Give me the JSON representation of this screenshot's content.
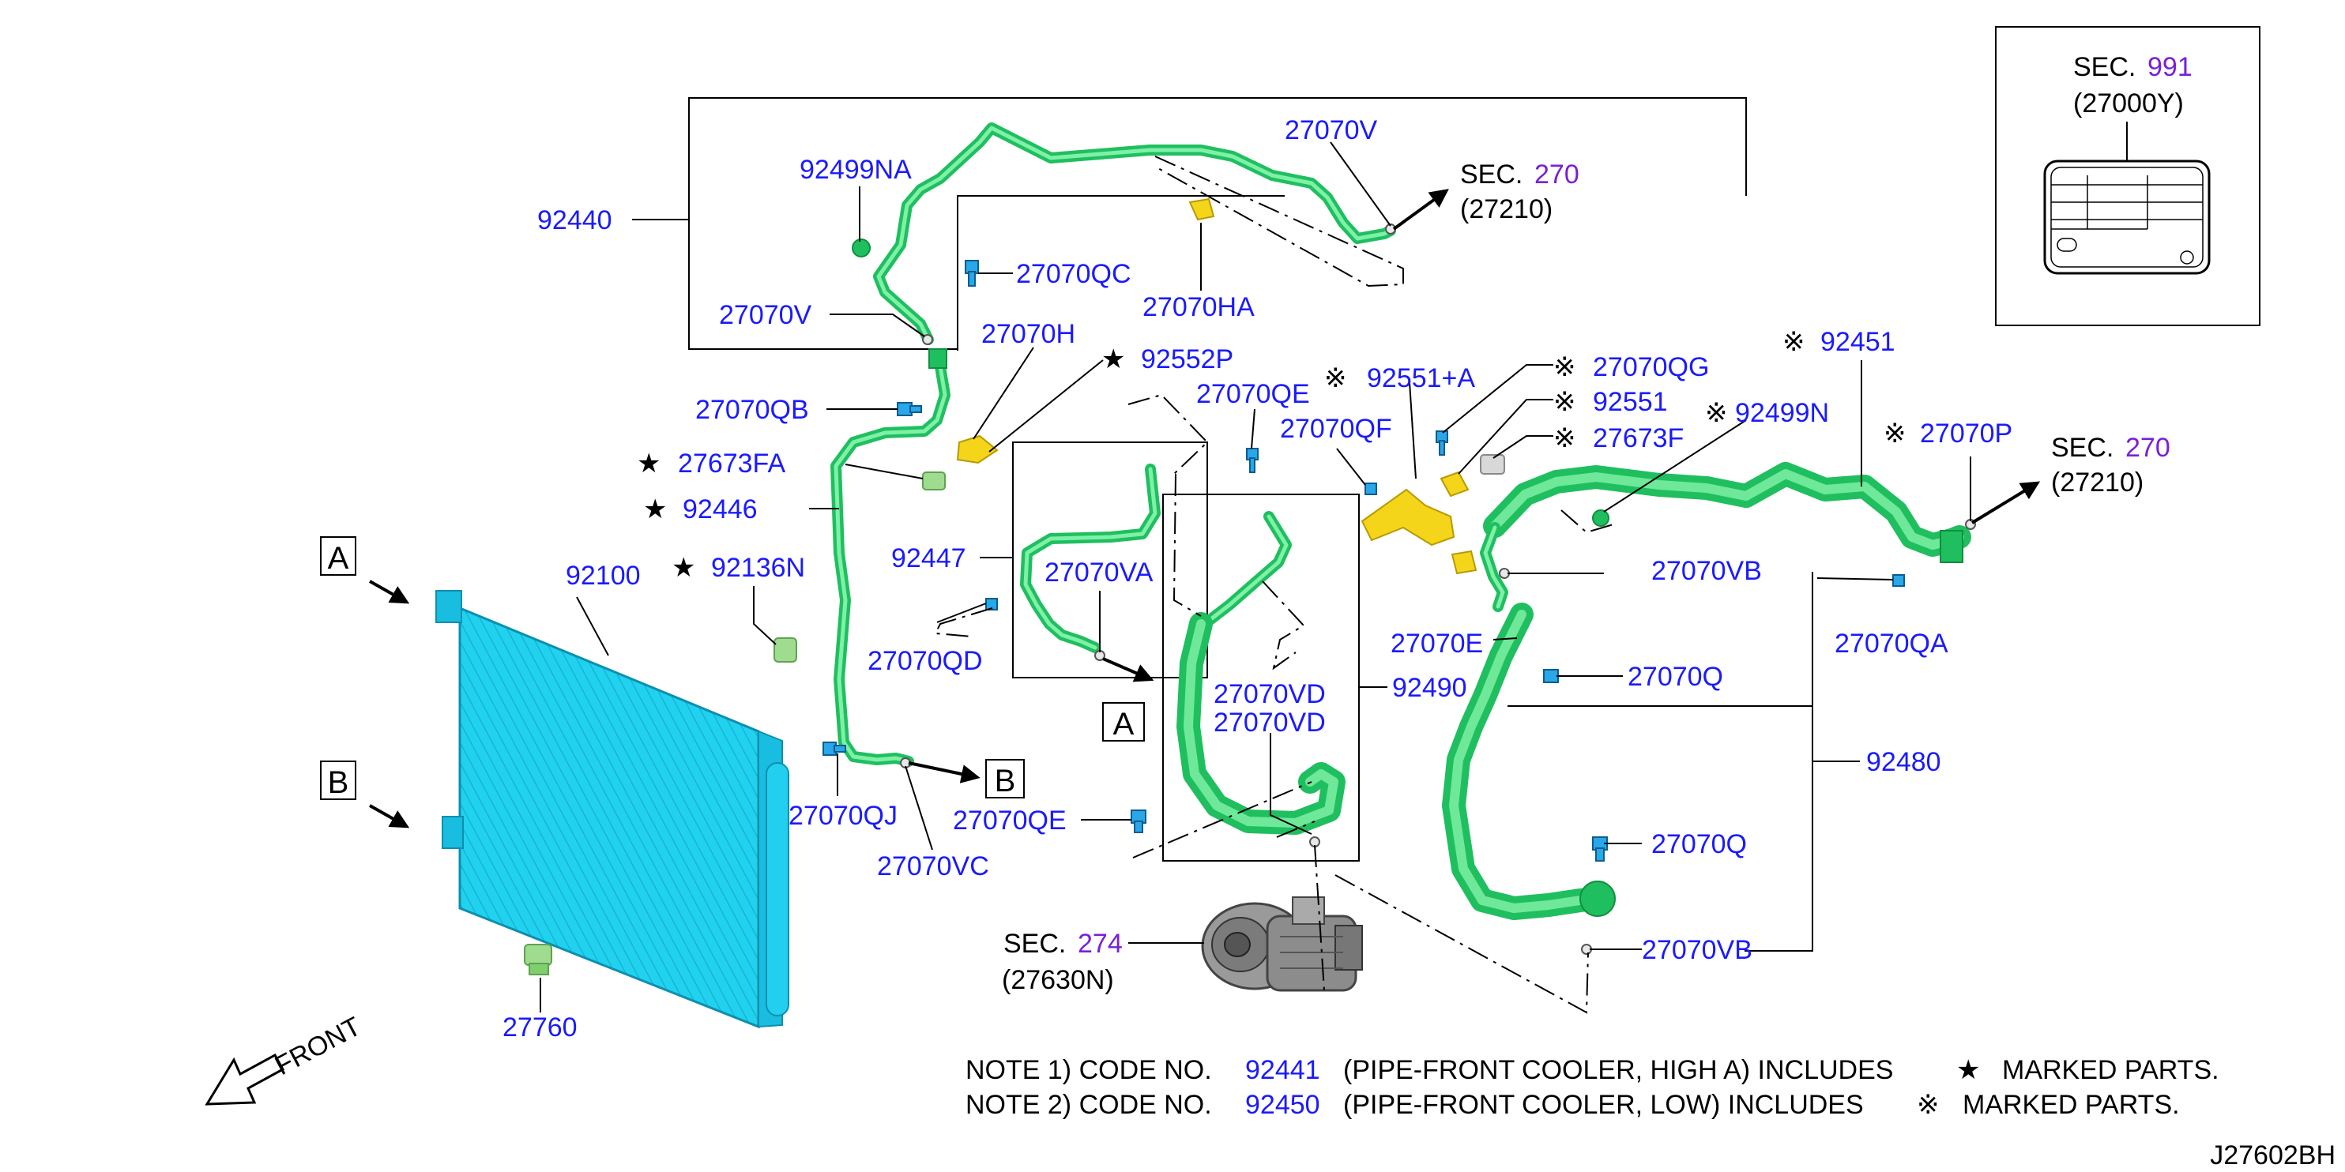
{
  "colors": {
    "part_number": "#1a1aff",
    "section_number": "#7a1fd6",
    "pipe_green": "#1fbf5f",
    "condenser_cyan": "#1fd3f0",
    "bracket_yellow": "#f5d51a",
    "bolt_blue": "#2aa7e8"
  },
  "icons": {
    "star": "★",
    "kome": "※",
    "front_arrow": "front-arrow-icon"
  },
  "labels": {
    "p92440": "92440",
    "p92499NA": "92499NA",
    "p27070V_top": "27070V",
    "p27070QC": "27070QC",
    "p27070V_left": "27070V",
    "p27070HA": "27070HA",
    "p27070H": "27070H",
    "p92552P": "92552P",
    "p27070QB": "27070QB",
    "p27673FA": "27673FA",
    "p92446": "92446",
    "p92136N": "92136N",
    "p92100": "92100",
    "p92447": "92447",
    "p27070VA": "27070VA",
    "p27070QD": "27070QD",
    "p27070QE_top": "27070QE",
    "p27070QF": "27070QF",
    "p92551A": "92551+A",
    "p27070QG": "27070QG",
    "p92551": "92551",
    "p27673F": "27673F",
    "p92499N": "92499N",
    "p92451": "92451",
    "p27070P": "27070P",
    "p27070VB_mid": "27070VB",
    "p27070E": "27070E",
    "p27070QA": "27070QA",
    "p27070Q_mid": "27070Q",
    "p27070VD_1": "27070VD",
    "p27070VD_2": "27070VD",
    "p92490": "92490",
    "p92480": "92480",
    "p27070QJ": "27070QJ",
    "p27070VC": "27070VC",
    "p27070QE_bot": "27070QE",
    "p27070Q_bot": "27070Q",
    "p27070VB_bot": "27070VB",
    "p27760": "27760"
  },
  "sections": {
    "sec_prefix": "SEC.",
    "sec270_top_num": "270",
    "sec270_top_code": "(27210)",
    "sec270_right_num": "270",
    "sec270_right_code": "(27210)",
    "sec274_num": "274",
    "sec274_code": "(27630N)",
    "sec991_num": "991",
    "sec991_code": "(27000Y)"
  },
  "refs": {
    "A": "A",
    "B": "B"
  },
  "front_label": "FRONT",
  "notes": {
    "note1_prefix": "NOTE 1) CODE NO.",
    "note1_code": "92441",
    "note1_text": "(PIPE-FRONT COOLER, HIGH A) INCLUDES",
    "note1_mark": "★",
    "note1_suffix": "MARKED PARTS.",
    "note2_prefix": "NOTE 2) CODE NO.",
    "note2_code": "92450",
    "note2_text": "(PIPE-FRONT COOLER, LOW) INCLUDES",
    "note2_mark": "※",
    "note2_suffix": "MARKED PARTS."
  },
  "diagram_id": "J27602BH"
}
